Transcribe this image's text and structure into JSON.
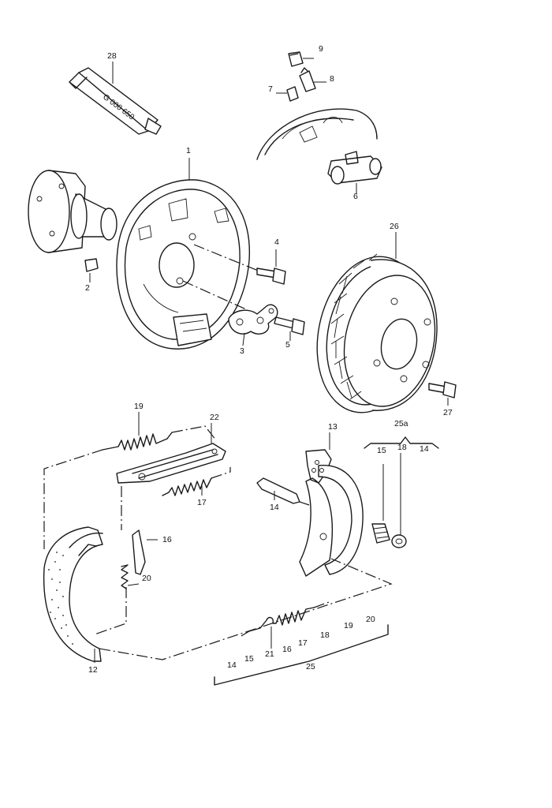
{
  "colors": {
    "line": "#1a1a1a",
    "background": "#ffffff"
  },
  "tube_marking": "G 000 650",
  "callouts": {
    "c1": "1",
    "c2": "2",
    "c3": "3",
    "c4": "4",
    "c5": "5",
    "c6": "6",
    "c7": "7",
    "c8": "8",
    "c9": "9",
    "c12": "12",
    "c13": "13",
    "c14a": "14",
    "c16a": "16",
    "c17a": "17",
    "c19a": "19",
    "c20a": "20",
    "c21": "21",
    "c22": "22",
    "c25": "25",
    "c25a": "25a",
    "c26": "26",
    "c27": "27",
    "c28": "28",
    "k15": "15",
    "k18": "18",
    "k14": "14"
  },
  "kit_25_members": [
    "14",
    "15",
    "21",
    "16",
    "17",
    "18",
    "19",
    "20"
  ]
}
